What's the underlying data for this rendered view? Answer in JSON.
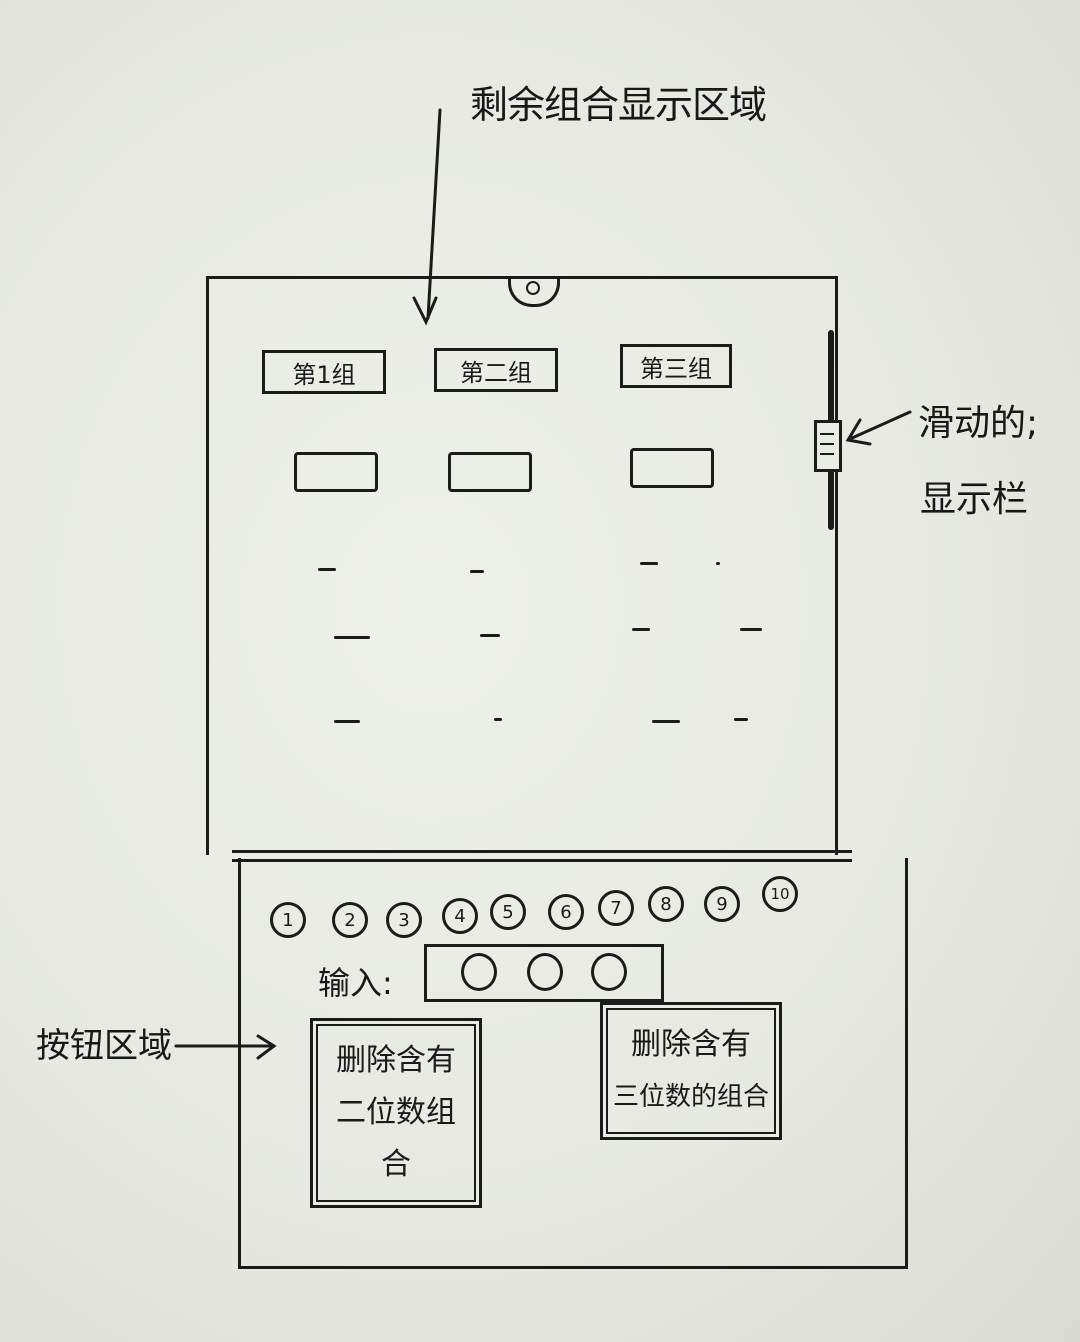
{
  "annotations": {
    "top": "剩余组合显示区域",
    "right_line1": "滑动的;",
    "right_line2": "显示栏",
    "left": "按钮区域"
  },
  "display_area": {
    "group_headers": [
      "第1组",
      "第二组",
      "第三组"
    ]
  },
  "button_area": {
    "digits": [
      "1",
      "2",
      "3",
      "4",
      "5",
      "6",
      "7",
      "8",
      "9",
      "10"
    ],
    "input_label": "输入:",
    "buttons": [
      {
        "line1": "删除含有",
        "line2": "二位数组合"
      },
      {
        "line1": "删除含有",
        "line2": "三位数的组合"
      }
    ]
  }
}
